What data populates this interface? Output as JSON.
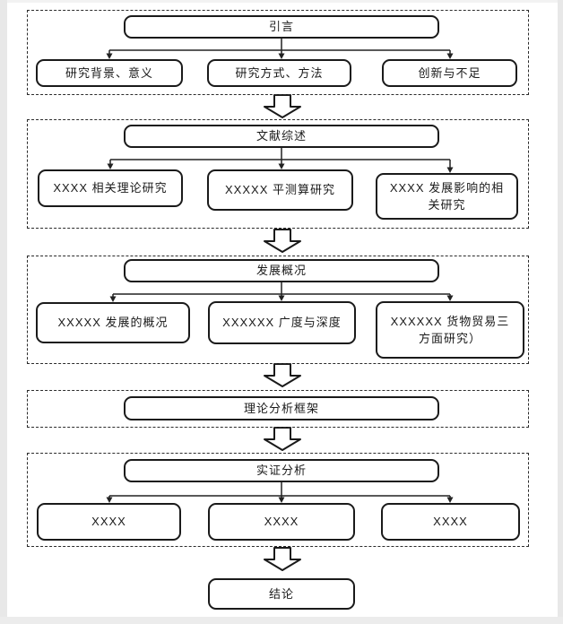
{
  "page": {
    "background": "#ffffff",
    "margin_color": "#e8e8e8"
  },
  "colors": {
    "box_border": "#1a1a1a",
    "box_fill": "#ffffff",
    "connector_line": "#222222",
    "dashed_border": "#2b2b2b"
  },
  "sections": [
    {
      "title": "引言",
      "children": [
        "研究背景、意义",
        "研究方式、方法",
        "创新与不足"
      ]
    },
    {
      "title": "文献综述",
      "children": [
        "XXXX 相关理论研究",
        "XXXXX 平测算研究",
        "XXXX 发展影响的相关研究"
      ]
    },
    {
      "title": "发展概况",
      "children": [
        "XXXXX 发展的概况",
        "XXXXXX 广度与深度",
        "XXXXXX 货物贸易三方面研究）"
      ]
    },
    {
      "title": "理论分析框架",
      "children": []
    },
    {
      "title": "实证分析",
      "children": [
        "XXXX",
        "XXXX",
        "XXXX"
      ]
    }
  ],
  "conclusion": {
    "label": "结论"
  }
}
